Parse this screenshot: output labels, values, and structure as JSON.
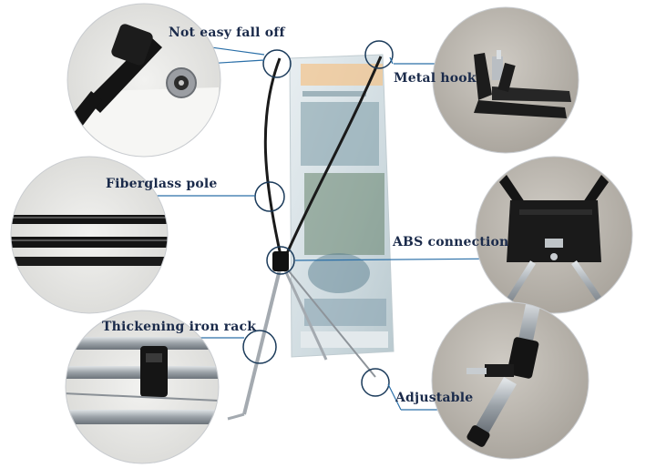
{
  "callouts": {
    "not_easy_fall_off": "Not easy fall off",
    "metal_hook": "Metal hook",
    "fiberglass_pole": "Fiberglass pole",
    "abs_connection": "ABS connection",
    "thickening_iron_rack": "Thickening iron rack",
    "adjustable": "Adjustable"
  },
  "colors": {
    "callout_text": "#1a2a4a",
    "callout_line": "#2a6fa8",
    "pole": "#1a1a1a",
    "metal": "#9aa0a6",
    "banner": "#dde6ea"
  },
  "icons": [
    "zoom-circle-marker"
  ]
}
